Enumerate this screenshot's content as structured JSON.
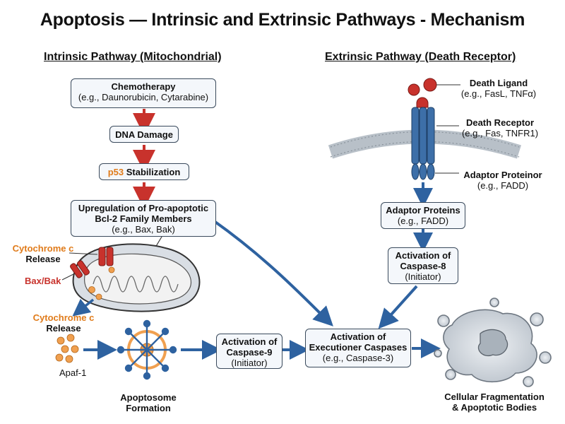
{
  "title": "Apoptosis — Intrinsic and Extrinsic Pathways - Mechanism",
  "intrinsic": {
    "heading": "Intrinsic Pathway (Mitochondrial)",
    "chemo_title": "Chemotherapy",
    "chemo_sub": "(e.g., Daunorubicin, Cytarabine)",
    "dna": "DNA Damage",
    "p53_prefix": "p53",
    "p53_suffix": "Stabilization",
    "upreg_line1": "Upregulation of Pro-apoptotic",
    "upreg_line2": "Bcl-2 Family Members",
    "upreg_sub": "(e.g., Bax, Bak)",
    "cytc_release1_a": "Cytochrome c",
    "cytc_release1_b": "Release",
    "baxbak": "Bax/Bak",
    "cytc_release2_a": "Cytochrome c",
    "cytc_release2_b": "Release",
    "apaf": "Apaf-1",
    "apoptosome_a": "Apoptosome",
    "apoptosome_b": "Formation",
    "casp9_a": "Activation of",
    "casp9_b": "Caspase-9",
    "casp9_c": "(Initiator)"
  },
  "extrinsic": {
    "heading": "Extrinsic Pathway (Death Receptor)",
    "ligand_title": "Death Ligand",
    "ligand_sub": "(e.g., FasL, TNFα)",
    "receptor_title": "Death Receptor",
    "receptor_sub": "(e.g., Fas, TNFR1)",
    "adaptor_lbl_title": "Adaptor Proteinor",
    "adaptor_lbl_sub": "(e.g., FADD)",
    "adaptor_box_title": "Adaptor Proteins",
    "adaptor_box_sub": "(e.g., FADD)",
    "casp8_a": "Activation of",
    "casp8_b": "Caspase-8",
    "casp8_c": "(Initiator)"
  },
  "common": {
    "exec_a": "Activation of",
    "exec_b": "Executioner Caspases",
    "exec_c": "(e.g., Caspase-3)",
    "frag_a": "Cellular Fragmentation",
    "frag_b": "& Apoptotic Bodies"
  },
  "colors": {
    "red_arrow": "#c8322c",
    "blue_arrow": "#2e62a0",
    "orange": "#e07b1a",
    "receptor_blue": "#3d6fa8"
  }
}
